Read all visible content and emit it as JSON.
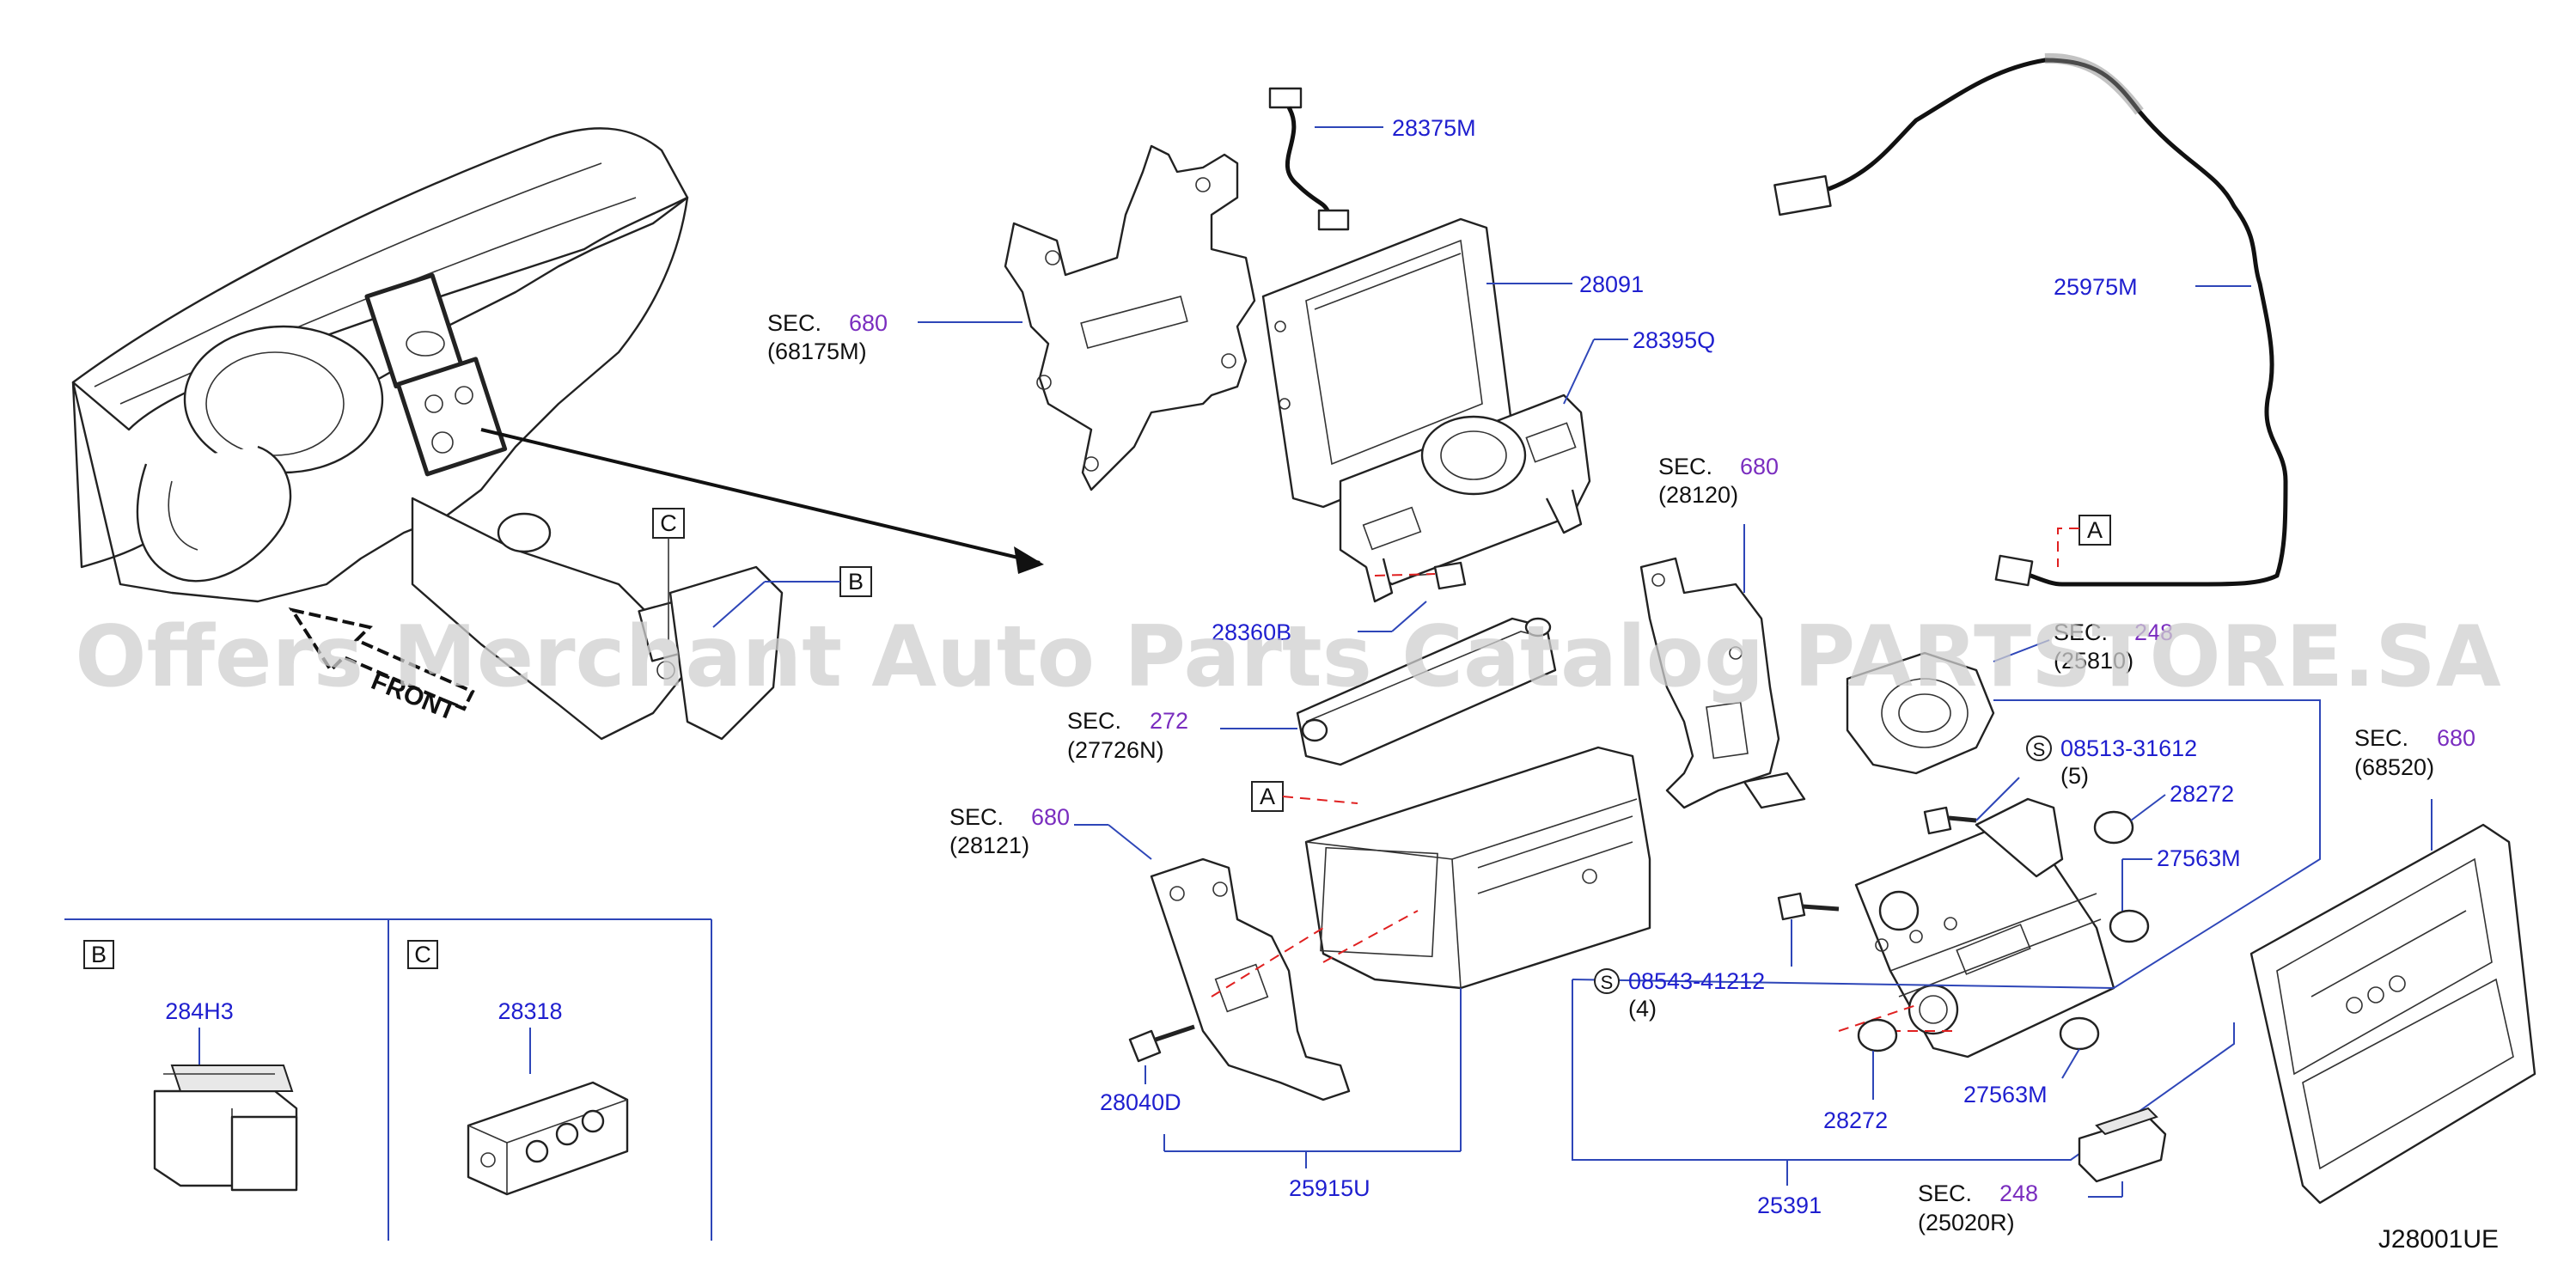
{
  "diagram": {
    "watermark": "Offers Merchant Auto Parts Catalog PARTSTORE.SA",
    "code": "J28001UE",
    "front_label": "FRONT",
    "callouts": {
      "A1": "A",
      "A2": "A",
      "B": "B",
      "C": "C"
    },
    "insets": {
      "B": {
        "letter": "B",
        "part": "284H3"
      },
      "C": {
        "letter": "C",
        "part": "28318"
      }
    },
    "parts": {
      "p28375M": "28375M",
      "p28091": "28091",
      "p28395Q": "28395Q",
      "p25975M": "25975M",
      "p28360B": "28360B",
      "p08513": "08513-31612",
      "p08513_qty": "(5)",
      "p28272a": "28272",
      "p27563Ma": "27563M",
      "p08543": "08543-41212",
      "p08543_qty": "(4)",
      "p28040D": "28040D",
      "p25915U": "25915U",
      "p28272b": "28272",
      "p27563Mb": "27563M",
      "p25391": "25391"
    },
    "s_marker": "S",
    "sections": {
      "s68175M": {
        "prefix": "SEC.",
        "num": "680",
        "sub": "(68175M)"
      },
      "s28120": {
        "prefix": "SEC.",
        "num": "680",
        "sub": "(28120)"
      },
      "s27726N": {
        "prefix": "SEC.",
        "num": "272",
        "sub": "(27726N)"
      },
      "s28121": {
        "prefix": "SEC.",
        "num": "680",
        "sub": "(28121)"
      },
      "s25810": {
        "prefix": "SEC.",
        "num": "248",
        "sub": "(25810)"
      },
      "s68520": {
        "prefix": "SEC.",
        "num": "680",
        "sub": "(68520)"
      },
      "s25020R": {
        "prefix": "SEC.",
        "num": "248",
        "sub": "(25020R)"
      }
    }
  }
}
